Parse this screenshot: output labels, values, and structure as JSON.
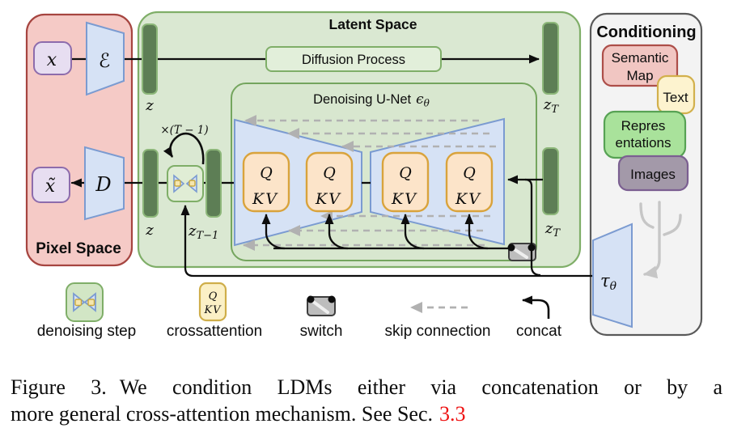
{
  "palette": {
    "pixel_bg": "#f5cac6",
    "pixel_border": "#a64540",
    "latent_bg": "#dae8d2",
    "latent_border": "#7fae68",
    "bar_fill": "#5d7e55",
    "bar_border": "#8db77a",
    "blue_fill": "#d6e2f5",
    "blue_border": "#7b9bd1",
    "attn_fill": "#fce4c9",
    "attn_border": "#d9a33c",
    "purple_fill": "#e7def1",
    "purple_border": "#8d6cac",
    "cond_bg": "#f3f3f3",
    "cond_border": "#595959",
    "semantic_fill": "#f1c6c2",
    "semantic_border": "#ad4e49",
    "text_fill": "#fdf3cf",
    "text_border": "#d2b04c",
    "repres_fill": "#a9e29b",
    "repres_border": "#57a254",
    "images_fill": "#a399a9",
    "images_border": "#7b5f91",
    "switch_fill": "#bdbdbd",
    "switch_border": "#3e3e3e",
    "skip_gray": "#b1b1b1",
    "merge_gray": "#c6c6c6",
    "link_red": "#ee1111"
  },
  "pixel_space": {
    "title": "Pixel Space",
    "x": "x",
    "x_tilde": "x̃",
    "encoder": "ℰ",
    "decoder": "D"
  },
  "latent": {
    "title": "Latent Space",
    "diffusion": "Diffusion Process",
    "unet_title": "Denoising U-Net",
    "epsilon": "ϵ",
    "theta": "θ",
    "z": "z",
    "zT": "z",
    "zT_sub": "T",
    "zT1": "z",
    "zT1_sub": "T−1",
    "loop": "×(T − 1)",
    "q": "Q",
    "kv": "KV"
  },
  "conditioning": {
    "title": "Conditioning",
    "semantic_line1": "Semantic",
    "semantic_line2": "Map",
    "text": "Text",
    "repres_line1": "Repres",
    "repres_line2": "entations",
    "images": "Images",
    "tau": "τ",
    "tau_sub": "θ"
  },
  "legend": {
    "denoising": "denoising step",
    "cross": "crossattention",
    "switch": "switch",
    "skip": "skip connection",
    "concat": "concat",
    "q": "Q",
    "kv": "KV"
  },
  "caption": {
    "fig": "Figure 3.",
    "line1": "We condition LDMs either via concatenation or by a",
    "line2": "more general cross-attention mechanism. See Sec.",
    "ref": "3.3"
  }
}
